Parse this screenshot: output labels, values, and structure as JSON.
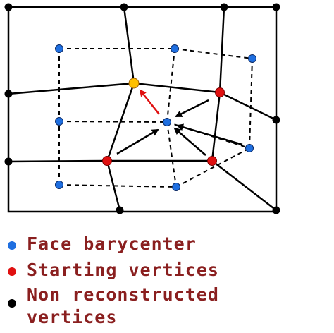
{
  "colors": {
    "frame": "#000000",
    "edge": "#000000",
    "dashed": "#000000",
    "face_barycenter": "#1f6fe0",
    "starting_vertex": "#e01010",
    "non_reconstructed_vertex": "#000000",
    "highlight_vertex": "#ffc000",
    "red_arrow": "#e01010",
    "legend_text": "#8a1f1f"
  },
  "legend": [
    {
      "key": "face_barycenter",
      "label": "Face barycenter"
    },
    {
      "key": "starting_vertex",
      "label": "Starting vertices"
    },
    {
      "key": "non_reconstructed_vertex",
      "label": "Non reconstructed"
    },
    {
      "key": "non_reconstructed_vertex_cont",
      "label": "vertices"
    }
  ]
}
